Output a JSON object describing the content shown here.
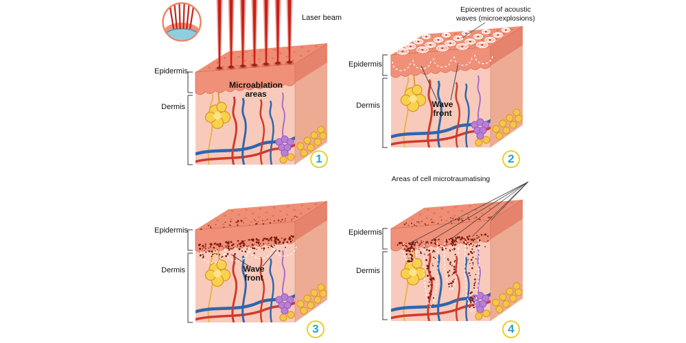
{
  "panel1": {
    "number": "1",
    "laser_beam": "Laser beam",
    "epidermis": "Epidermis",
    "dermis": "Dermis",
    "annotation": "Microablation areas"
  },
  "panel2": {
    "number": "2",
    "heading": "Epicentres of acoustic waves (microexplosions)",
    "epidermis": "Epidermis",
    "dermis": "Dermis",
    "annotation": "Wave front"
  },
  "panel3": {
    "number": "3",
    "epidermis": "Epidermis",
    "dermis": "Dermis",
    "annotation": "Wave front"
  },
  "panel4": {
    "number": "4",
    "heading": "Areas of cell microtraumatising",
    "epidermis": "Epidermis",
    "dermis": "Dermis"
  },
  "colors": {
    "background": "#ffffff",
    "skin_top": "#ef8e74",
    "skin_top_dots": "#d4705a",
    "epidermis_front": "#f09078",
    "epidermis_side": "#e5836c",
    "dermis_front": "#f8cabb",
    "dermis_side": "#eeab94",
    "papillae_line": "#e07a62",
    "laser_red": "#c62015",
    "laser_glow": "#e8584a",
    "vessel_red": "#cf3a2c",
    "vessel_blue": "#2f66ae",
    "gland_yellow": "#f8d24e",
    "gland_outline": "#dd9a30",
    "sweat_purple": "#b87fd6",
    "nerve_yellow": "#eab34c",
    "fat_yellow": "#f6c646",
    "speckle": "#7a1a10",
    "wave_white": "#ffffff",
    "number_ring": "#e8d21f",
    "number_text": "#2aa4bc",
    "label_text": "#111111",
    "pointer_line": "#444444"
  }
}
